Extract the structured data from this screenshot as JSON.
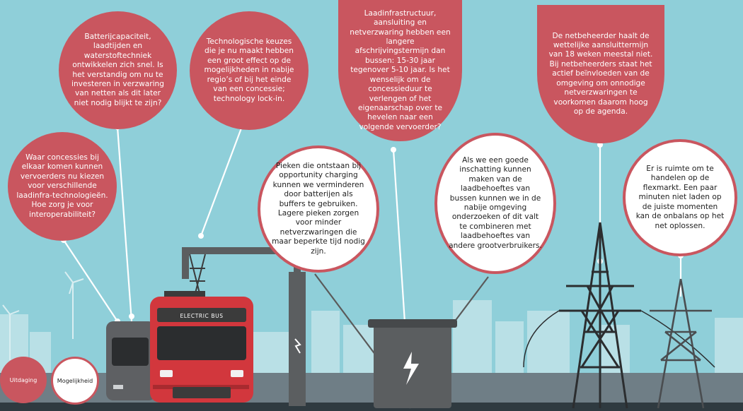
{
  "bubbles": {
    "b1": "Batterijcapaciteit, laadtijden en waterstoftechniek ontwikkelen zich snel. Is het verstandig om nu te investeren in verzwaring van netten als dit later niet nodig blijkt te zijn?",
    "b2": "Technologische keuzes die je nu maakt hebben een groot effect op de mogelijkheden in nabije regio’s of bij het einde van een concessie; technology lock-in.",
    "b3": "Laadinfrastructuur, aansluiting en netverzwaring hebben een langere afschrijvingstermijn dan bussen: 15-30 jaar tegenover 5-10 jaar. Is het wenselijk om de concessieduur te verlengen of het eigenaarschap over te hevelen naar een volgende vervoerder?",
    "b4": "De netbeheerder haalt de wettelijke aansluittermijn van 18 weken meestal niet. Bij netbeheerders staat het actief beïnvloeden van de omgeving om onnodige netverzwaringen te voorkomen daarom hoog op de agenda.",
    "b5": "Waar concessies bij elkaar komen kunnen vervoerders nu kiezen voor verschillende laadinfra-technologieën. Hoe zorg je voor interoperabiliteit?",
    "b6": "Pieken die ontstaan bij opportunity charging kunnen we verminderen door batterijen als buffers te gebruiken. Lagere pieken zorgen voor minder netverzwaringen die maar beperkte tijd nodig zijn.",
    "b7": "Als we een goede inschatting kunnen maken van de laadbehoeftes van bussen kunnen we in de nabije omgeving onderzoeken of dit valt te combineren met laadbehoeftes van andere grootverbruikers.",
    "b8": "Er is ruimte om te handelen op de flexmarkt. Een paar minuten niet laden op de juiste momenten kan de onbalans op het net oplossen."
  },
  "bus_label": "ELECTRIC BUS",
  "legend": {
    "challenge": "Uitdaging",
    "opportunity": "Mogelijkheid"
  },
  "colors": {
    "sky": "#8fcfd9",
    "accent": "#c9565f",
    "bus_red": "#d2373d",
    "dark": "#3b3b3b",
    "building": "#b9e0e6"
  },
  "icons": [
    "lightning-icon",
    "wind-turbine-icon",
    "power-pylon-icon",
    "bus-icon",
    "transformer-icon",
    "charging-pole-icon"
  ]
}
